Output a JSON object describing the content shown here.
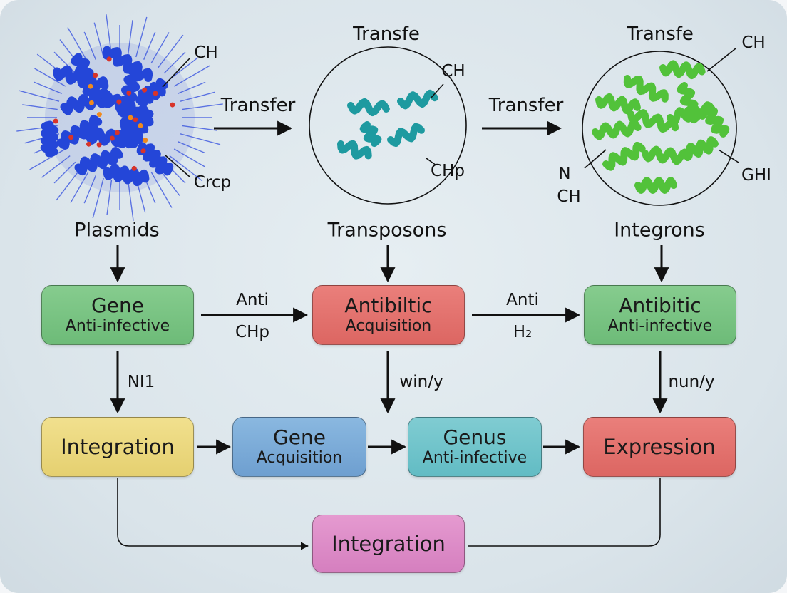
{
  "top_row": {
    "plasmid_structure": {
      "label_top": "CH",
      "label_bottom": "Crcp"
    },
    "arrow1_label": "Transfer",
    "transposon_structure": {
      "title": "Transfe",
      "label_top": "CH",
      "label_bottom": "CHp"
    },
    "arrow2_label": "Transfer",
    "integron_structure": {
      "title": "Transfe",
      "label_top": "CH",
      "label_left_1": "N",
      "label_left_2": "CH",
      "label_right": "GHI"
    }
  },
  "sources": {
    "plasmids": "Plasmids",
    "transposons": "Transposons",
    "integrons": "Integrons"
  },
  "row1": {
    "box_gene": {
      "title": "Gene",
      "subtitle": "Anti-infective"
    },
    "edge1": {
      "top": "Anti",
      "bottom": "CHp"
    },
    "box_antibiltic": {
      "title": "Antibiltic",
      "subtitle": "Acquisition"
    },
    "edge2": {
      "top": "Anti",
      "bottom": "H₂"
    },
    "box_antibitic": {
      "title": "Antibitic",
      "subtitle": "Anti-infective"
    }
  },
  "vertical_labels": {
    "left": "NI1",
    "center": "win/y",
    "right": "nun/y"
  },
  "row2": {
    "box_integration": {
      "title": "Integration"
    },
    "box_gene_acq": {
      "title": "Gene",
      "subtitle": "Acquisition"
    },
    "box_genus": {
      "title": "Genus",
      "subtitle": "Anti-infective"
    },
    "box_expression": {
      "title": "Expression"
    }
  },
  "bottom": {
    "box_integration": {
      "title": "Integration"
    }
  },
  "colors": {
    "green": "#7cc485",
    "red": "#e2706c",
    "yellow": "#ecd880",
    "blue": "#7eaed8",
    "teal": "#6fc4cb",
    "pink": "#dd8cc8",
    "protein_blue": "#2446d8",
    "protein_teal": "#1e9aa0",
    "protein_green": "#52c23a"
  }
}
